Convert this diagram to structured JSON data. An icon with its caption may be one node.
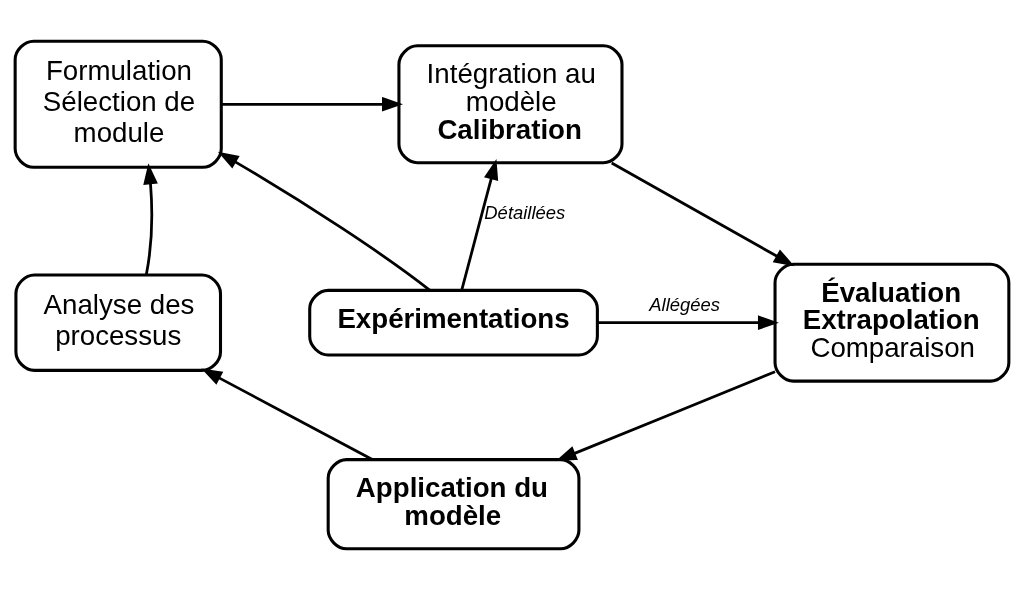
{
  "diagram": {
    "nodes": [
      {
        "text": [
          "Formulation",
          "Sélection de module"
        ]
      },
      {
        "text": [
          "Intégration au modèle",
          "Calibration"
        ]
      },
      {
        "text": [
          "Analyse des processus"
        ]
      },
      {
        "text": [
          "Expérimentations"
        ]
      },
      {
        "text": [
          "Évaluation",
          "Extrapolation",
          "Comparaison"
        ]
      },
      {
        "text": [
          "Application du modèle"
        ]
      }
    ],
    "edges": [
      {
        "from": 0,
        "to": 1,
        "arrow": "to"
      },
      {
        "from": 1,
        "to": 4,
        "arrow": "to"
      },
      {
        "from": 4,
        "to": 5,
        "arrow": "to"
      },
      {
        "from": 5,
        "to": 2,
        "arrow": "to"
      },
      {
        "from": 2,
        "to": 0,
        "arrow": "to"
      },
      {
        "from": 3,
        "to": 0,
        "arrow": "to"
      },
      {
        "from": 3,
        "to": 1,
        "arrow": "to",
        "label": "Détaillées"
      },
      {
        "from": 3,
        "to": 4,
        "arrow": "to",
        "label": "Allégées"
      }
    ]
  }
}
